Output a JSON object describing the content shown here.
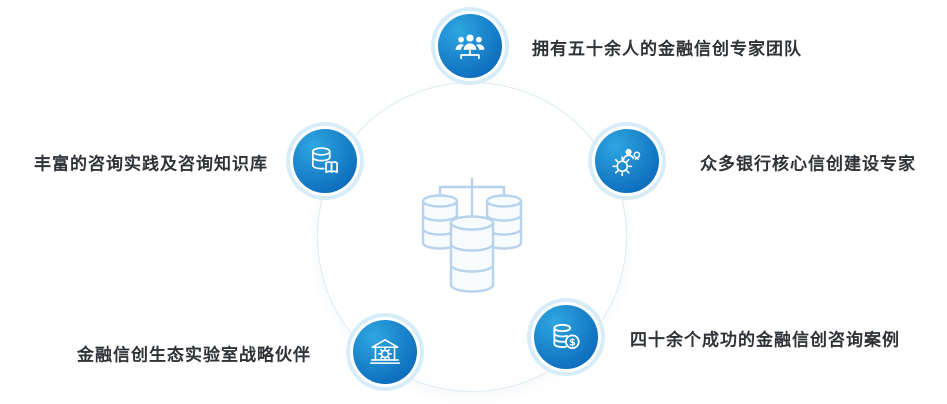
{
  "diagram": {
    "center": {
      "icon": "database-cluster-icon"
    },
    "items": [
      {
        "label": "拥有五十余人的金融信创专家团队",
        "icon": "team-icon",
        "position": "top"
      },
      {
        "label": "众多银行核心信创建设专家",
        "icon": "expert-gear-icon",
        "position": "right"
      },
      {
        "label": "四十余个成功的金融信创咨询案例",
        "icon": "coins-dollar-icon",
        "position": "bottom-right"
      },
      {
        "label": "金融信创生态实验室战略伙伴",
        "icon": "bank-gear-icon",
        "position": "bottom-left"
      },
      {
        "label": "丰富的咨询实践及咨询知识库",
        "icon": "database-book-icon",
        "position": "left"
      }
    ],
    "colors": {
      "node_blue_light": "#2ea6e0",
      "node_blue_dark": "#0d6dbd",
      "node_ring": "#d7ecf9",
      "center_border": "#dfe9f1",
      "center_fill": "#fcfdfe",
      "center_icon_stroke": "#b6d2ec",
      "label_color": "#2f3338"
    }
  }
}
